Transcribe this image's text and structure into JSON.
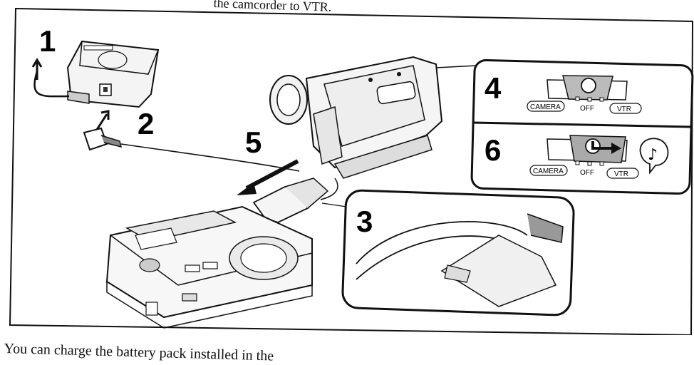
{
  "header_text": "the camcorder to VTR.",
  "step_numbers": {
    "one": "1",
    "two": "2",
    "three": "3",
    "four": "4",
    "five": "5",
    "six": "6"
  },
  "switch_labels": {
    "camera": "CAMERA",
    "off": "OFF",
    "vtr": "VTR"
  },
  "music_note": "♪",
  "footer_text": "You can charge the battery pack installed in the"
}
